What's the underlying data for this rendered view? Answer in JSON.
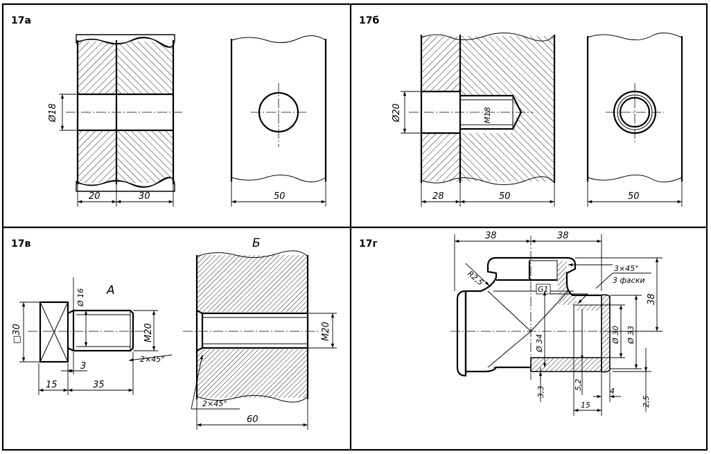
{
  "panels": {
    "a": {
      "label": "17а",
      "dims": {
        "dia": "Ø18",
        "w1": "20",
        "w2": "30",
        "w3": "50"
      }
    },
    "b": {
      "label": "17б",
      "dims": {
        "dia": "Ø20",
        "thread": "M18",
        "w1": "28",
        "w2": "50",
        "w3": "50"
      }
    },
    "c": {
      "label": "17в",
      "view_a": "A",
      "view_b": "Б",
      "dims": {
        "square": "□30",
        "dia16": "Ø 16",
        "m20a": "M20",
        "chamfer_a": "2×45°",
        "d3": "3",
        "d15": "15",
        "d35": "35",
        "m20b": "M20",
        "chamfer_b": "2×45°",
        "d60": "60"
      }
    },
    "d": {
      "label": "17г",
      "dims": {
        "d38a": "38",
        "d38b": "38",
        "r25": "R2,5",
        "g1": "G1",
        "chamfer": "3×45°",
        "chamfer_note": "3 фаски",
        "d38v": "38",
        "d34": "Ø 34",
        "d30": "Ø 30",
        "d33": "Ø 33",
        "d33b": "3,3",
        "d52": "5,2",
        "d15": "15",
        "d4": "4",
        "d25": "2,5"
      }
    }
  }
}
